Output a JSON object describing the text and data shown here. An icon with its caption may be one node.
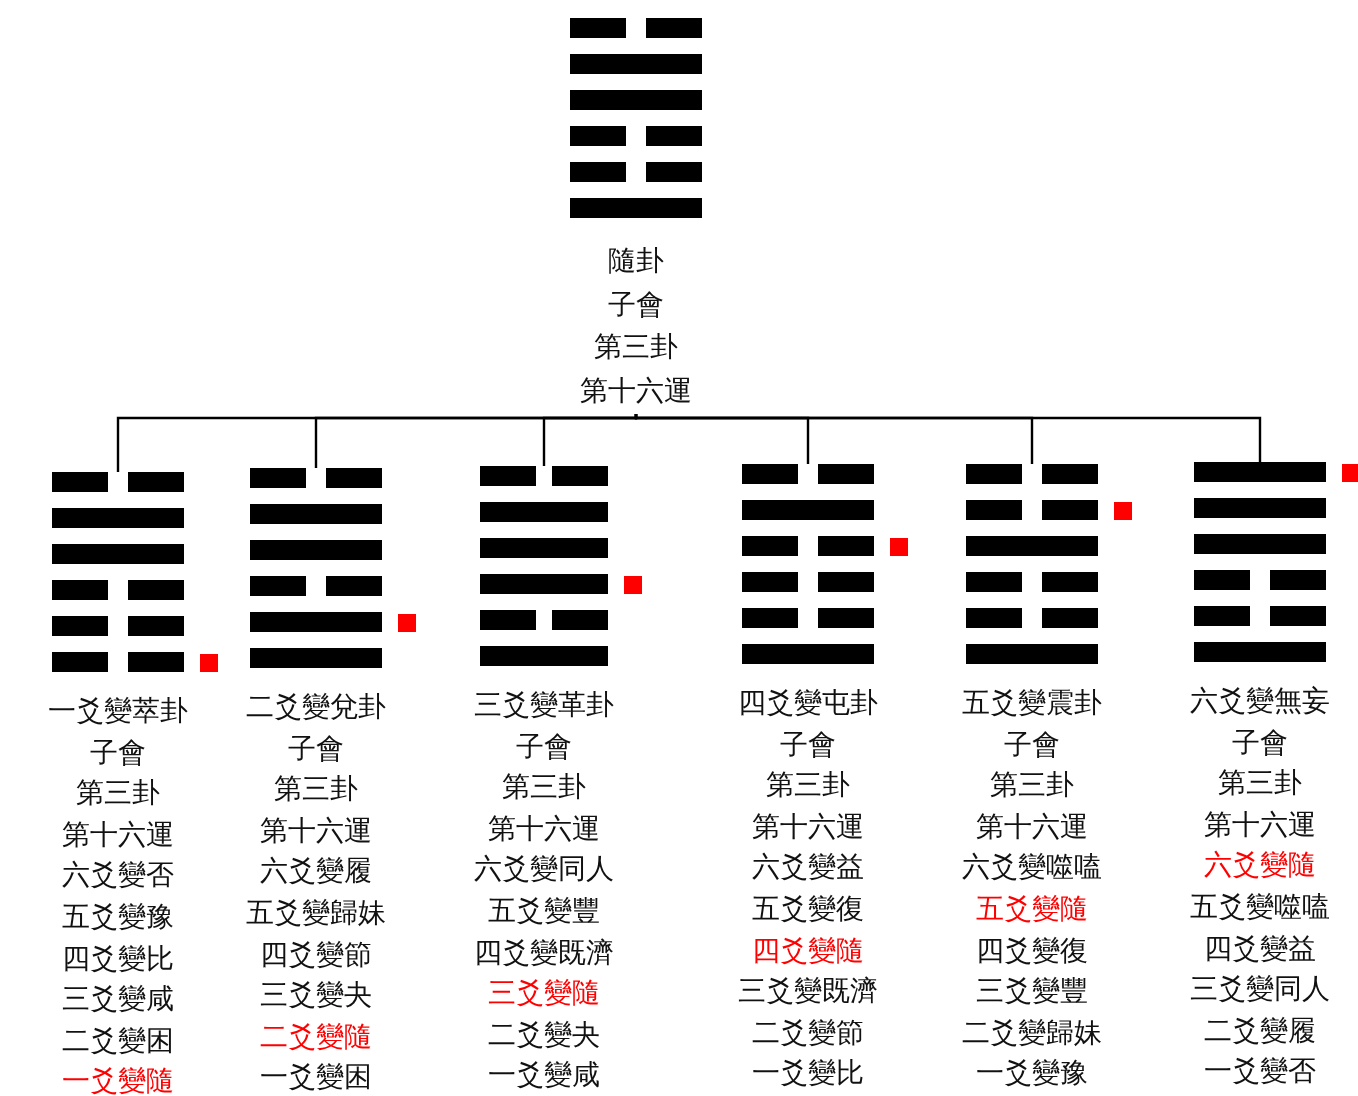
{
  "diagram": {
    "nodes": [
      {
        "text": [
          "隨卦",
          "子會",
          "第三卦",
          "第十六運"
        ]
      },
      {
        "text": [
          "一爻變萃卦",
          "子會",
          "第三卦",
          "第十六運",
          "六爻變否",
          "五爻變豫",
          "四爻變比",
          "三爻變咸",
          "二爻變困",
          "一爻變隨"
        ]
      },
      {
        "text": [
          "二爻變兌卦",
          "子會",
          "第三卦",
          "第十六運",
          "六爻變履",
          "五爻變歸妹",
          "四爻變節",
          "三爻變夬",
          "二爻變隨",
          "一爻變困"
        ]
      },
      {
        "text": [
          "三爻變革卦",
          "子會",
          "第三卦",
          "第十六運",
          "六爻變同人",
          "五爻變豐",
          "四爻變既濟",
          "三爻變隨",
          "二爻變夬",
          "一爻變咸"
        ]
      },
      {
        "text": [
          "四爻變屯卦",
          "子會",
          "第三卦",
          "第十六運",
          "六爻變益",
          "五爻變復",
          "四爻變隨",
          "三爻變既濟",
          "二爻變節",
          "一爻變比"
        ]
      },
      {
        "text": [
          "五爻變震卦",
          "子會",
          "第三卦",
          "第十六運",
          "六爻變噬嗑",
          "五爻變隨",
          "四爻變復",
          "三爻變豐",
          "二爻變歸妹",
          "一爻變豫"
        ]
      },
      {
        "text": [
          "六爻變無妄",
          "子會",
          "第三卦",
          "第十六運",
          "六爻變隨",
          "五爻變噬嗑",
          "四爻變益",
          "三爻變同人",
          "二爻變履",
          "一爻變否"
        ]
      }
    ],
    "edges": [
      {
        "from": 0,
        "to": 1,
        "arrow": "none"
      },
      {
        "from": 0,
        "to": 2,
        "arrow": "none"
      },
      {
        "from": 0,
        "to": 3,
        "arrow": "none"
      },
      {
        "from": 0,
        "to": 4,
        "arrow": "none"
      },
      {
        "from": 0,
        "to": 5,
        "arrow": "none"
      },
      {
        "from": 0,
        "to": 6,
        "arrow": "none"
      }
    ]
  }
}
